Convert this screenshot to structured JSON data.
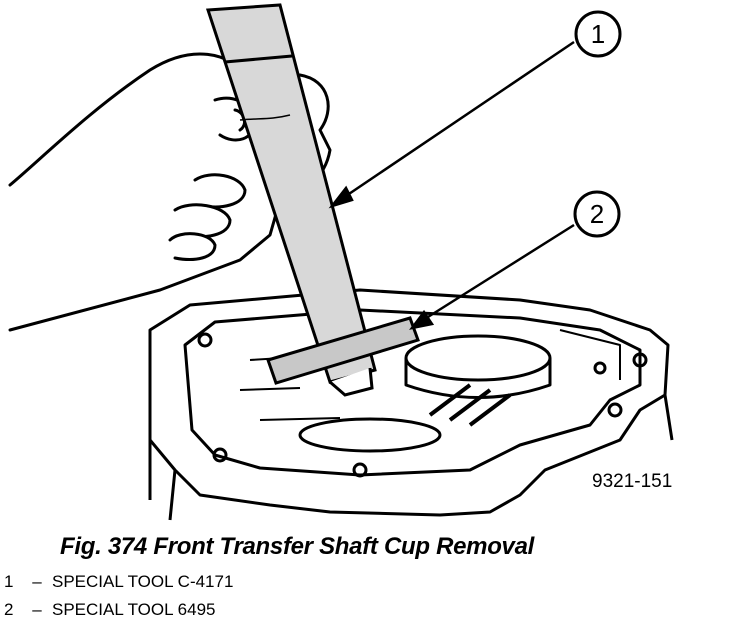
{
  "figure": {
    "callouts": [
      {
        "number": "1"
      },
      {
        "number": "2"
      }
    ],
    "drawing_code": "9321-151"
  },
  "caption": "Fig. 374 Front Transfer Shaft Cup Removal",
  "legend": [
    {
      "number": "1",
      "separator": "–",
      "text": "SPECIAL TOOL C-4171"
    },
    {
      "number": "2",
      "separator": "–",
      "text": "SPECIAL TOOL 6495"
    }
  ]
}
